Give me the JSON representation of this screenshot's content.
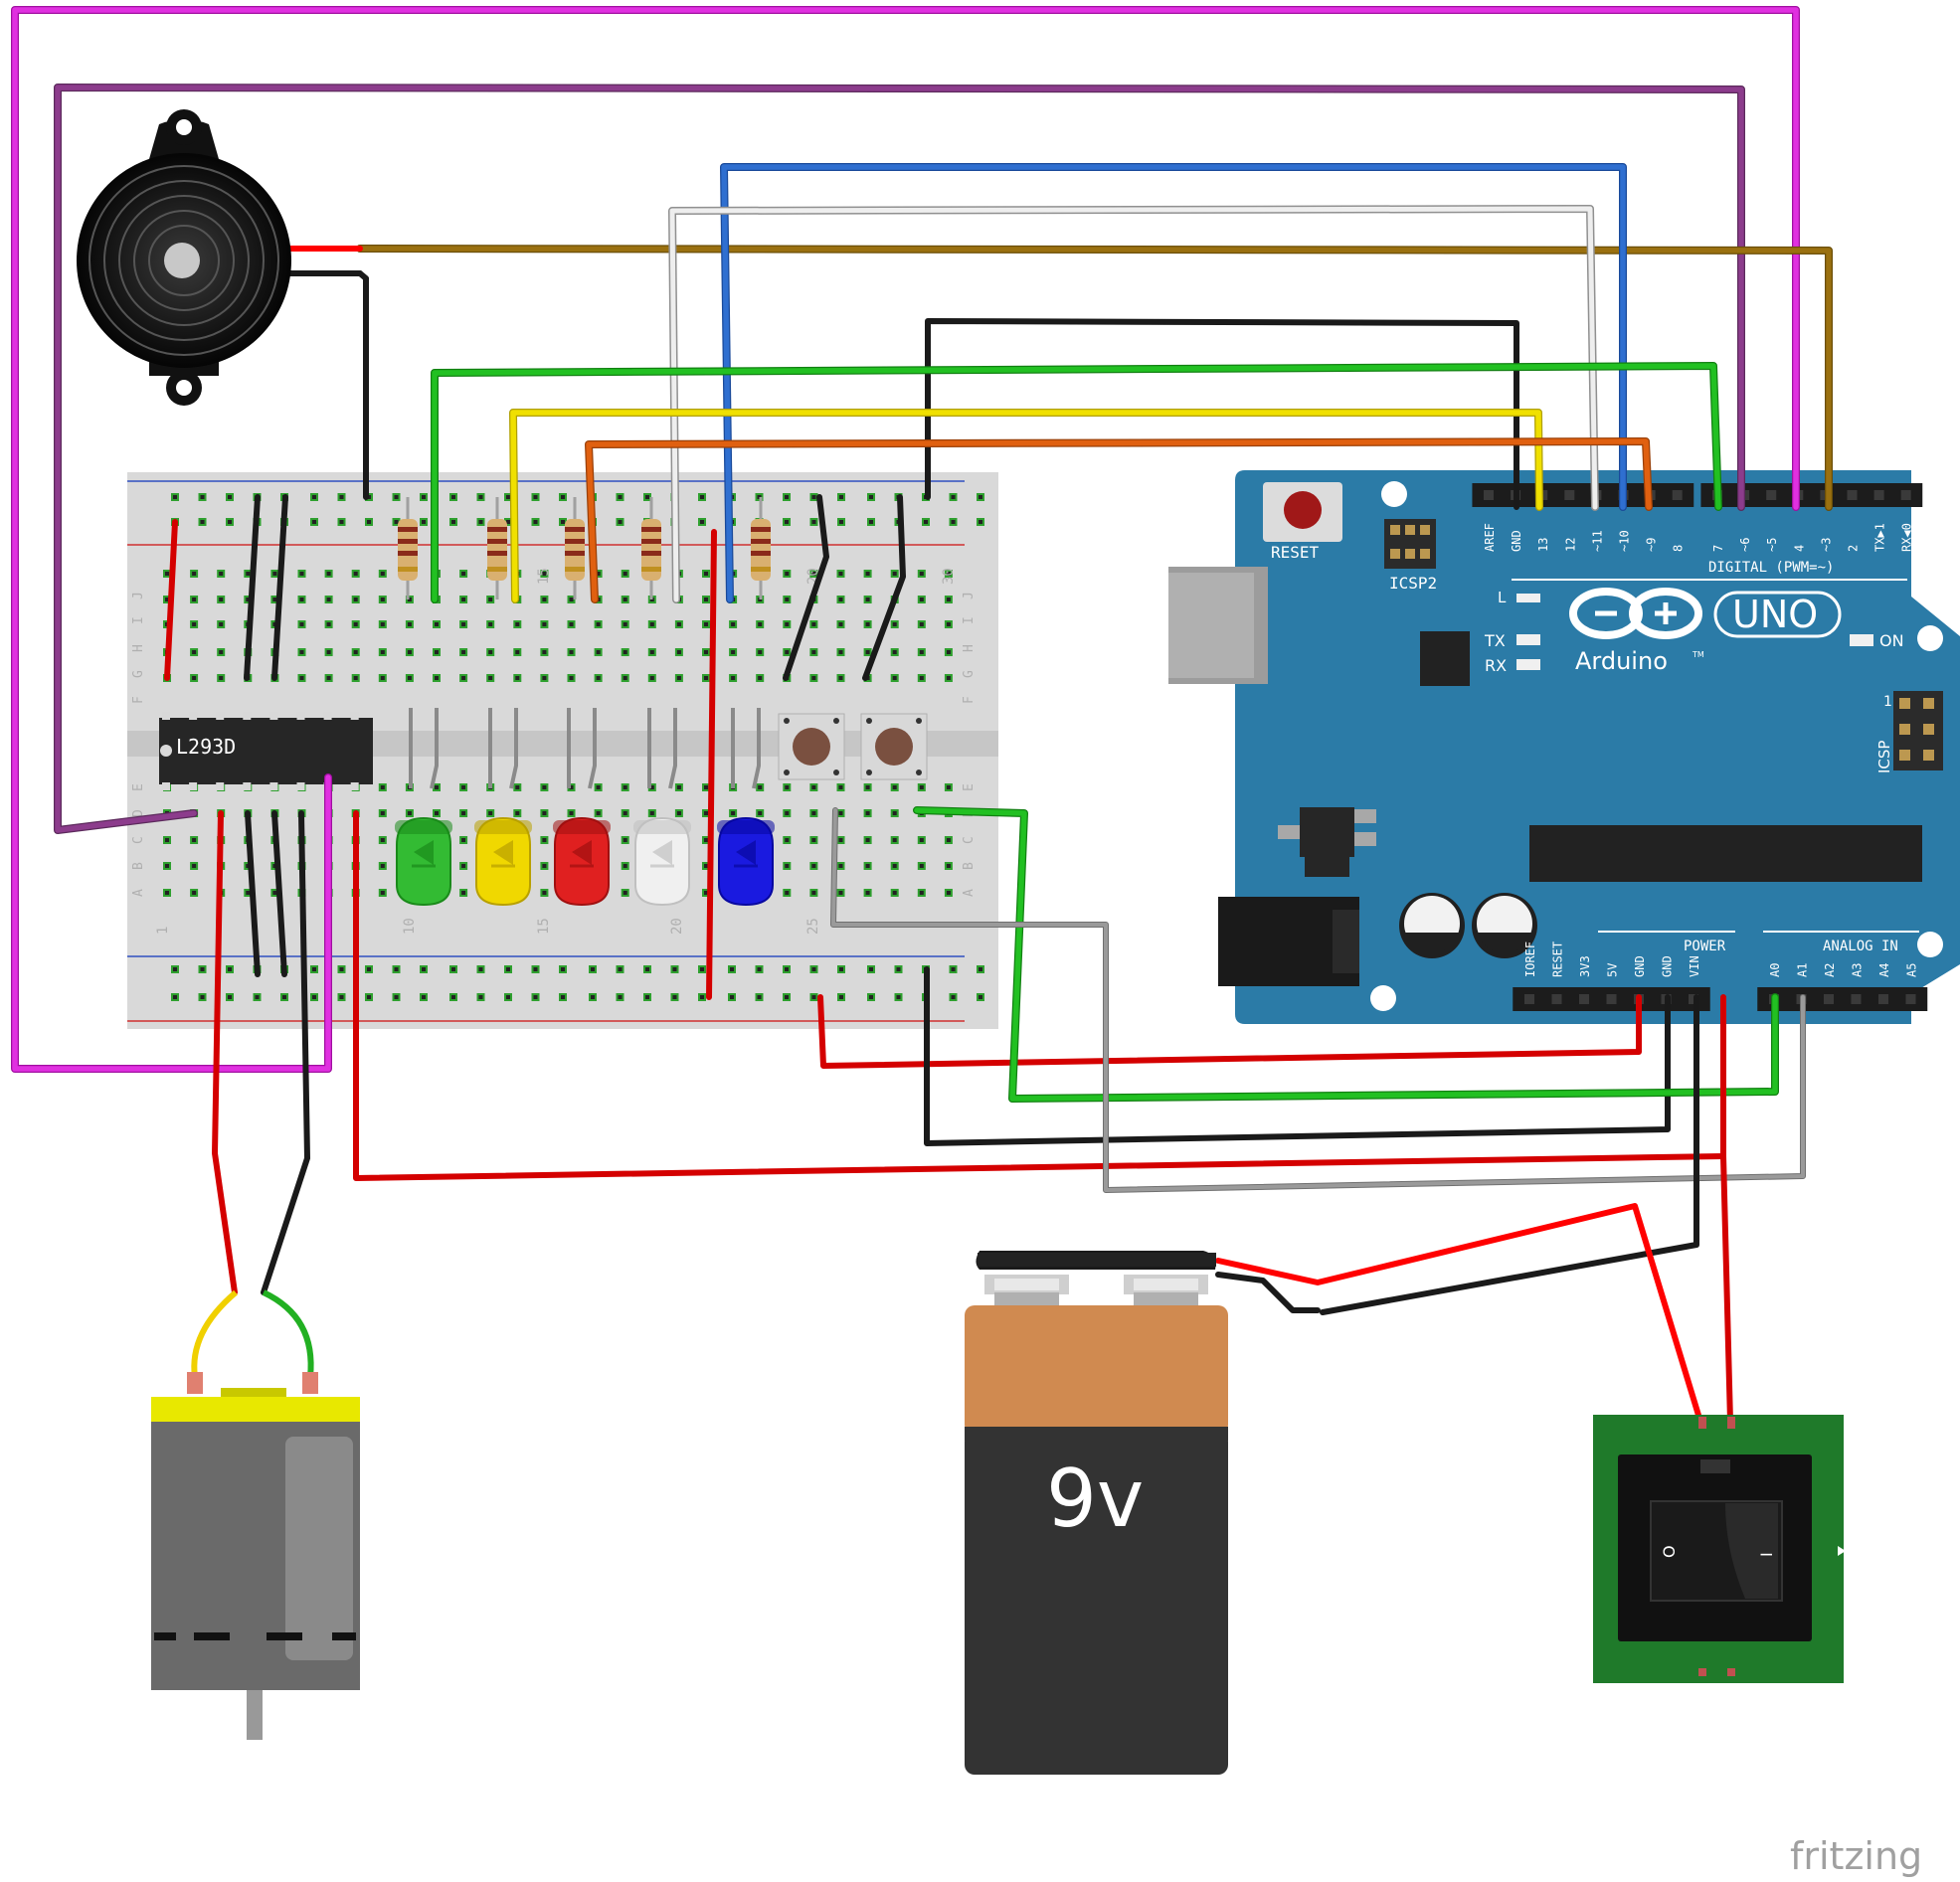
{
  "breadboard": {
    "chip_label": "L293D",
    "column_numbers": [
      "1",
      "10",
      "15",
      "20",
      "25",
      "30"
    ],
    "row_letters_top": [
      "J",
      "I",
      "H",
      "G",
      "F"
    ],
    "row_letters_bottom": [
      "E",
      "D",
      "C",
      "B",
      "A"
    ]
  },
  "arduino": {
    "reset_label": "RESET",
    "icsp2_label": "ICSP2",
    "icsp_label": "ICSP",
    "icsp_pin1": "1",
    "tx_label": "TX",
    "rx_label": "RX",
    "l_label": "L",
    "on_label": "ON",
    "brand": "Arduino",
    "trademark": "TM",
    "model": "UNO",
    "digital_header_label": "DIGITAL (PWM=~)",
    "power_header_label": "POWER",
    "analog_header_label": "ANALOG IN",
    "digital_pins": [
      "AREF",
      "GND",
      "13",
      "12",
      "~11",
      "~10",
      "~9",
      "8",
      "7",
      "~6",
      "~5",
      "4",
      "~3",
      "2",
      "TX▶1",
      "RX◀0"
    ],
    "power_pins": [
      "IOREF",
      "RESET",
      "3V3",
      "5V",
      "GND",
      "GND",
      "VIN"
    ],
    "analog_pins": [
      "A0",
      "A1",
      "A2",
      "A3",
      "A4",
      "A5"
    ]
  },
  "battery": {
    "label": "9v"
  },
  "switch": {
    "off_mark": "O",
    "on_mark": "I"
  },
  "watermark": "fritzing",
  "colors": {
    "board": "#2b7ba7",
    "breadboard": "#d9d9d9",
    "wire_red": "#d40000",
    "wire_black": "#1a1a1a",
    "wire_green": "#22c022",
    "wire_yellow": "#f0e000",
    "wire_orange": "#e06010",
    "wire_blue": "#2f6fd0",
    "wire_white": "#d8d8d8",
    "wire_brown": "#9a7010",
    "wire_magenta": "#e030e0",
    "wire_purple": "#8c3c8c",
    "wire_gray": "#808080",
    "led_green": "#33bb33",
    "led_yellow": "#f0d800",
    "led_red": "#e02020",
    "led_white": "#f0f0f0",
    "led_blue": "#1a1ae0"
  }
}
